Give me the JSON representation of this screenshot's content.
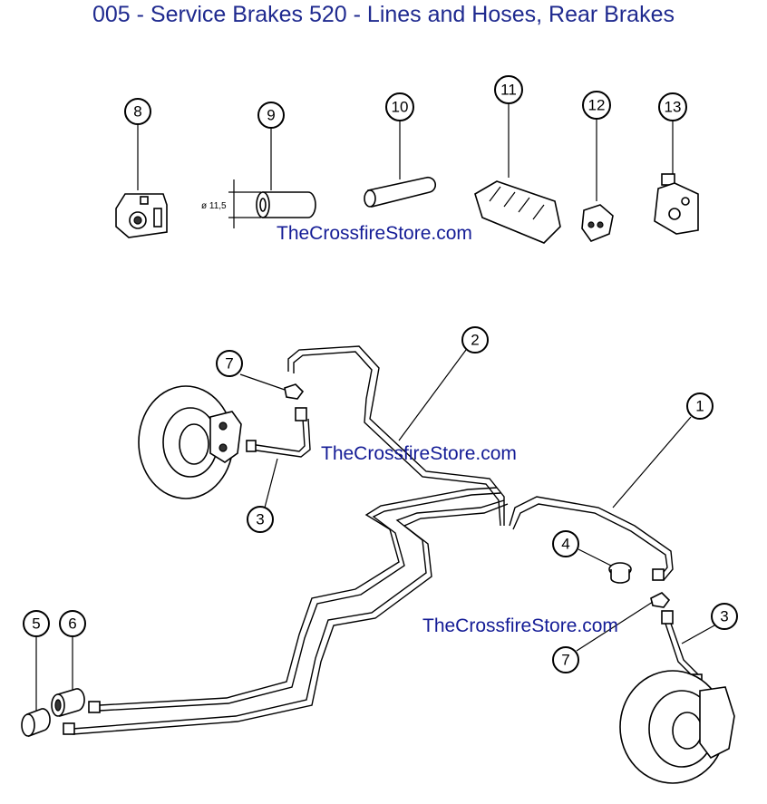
{
  "title": "005 - Service Brakes 520 - Lines and Hoses, Rear Brakes",
  "watermarks": [
    "TheCrossfireStore.com",
    "TheCrossfireStore.com",
    "TheCrossfireStore.com"
  ],
  "callouts": {
    "c8": "8",
    "c9": "9",
    "c10": "10",
    "c11": "11",
    "c12": "12",
    "c13": "13",
    "c7a": "7",
    "c2": "2",
    "c1": "1",
    "c3a": "3",
    "c4": "4",
    "c3b": "3",
    "c7b": "7",
    "c5": "5",
    "c6": "6"
  },
  "dimension_label": "ø 11,5",
  "colors": {
    "title": "#1f2a8f",
    "watermark": "#141c96"
  }
}
